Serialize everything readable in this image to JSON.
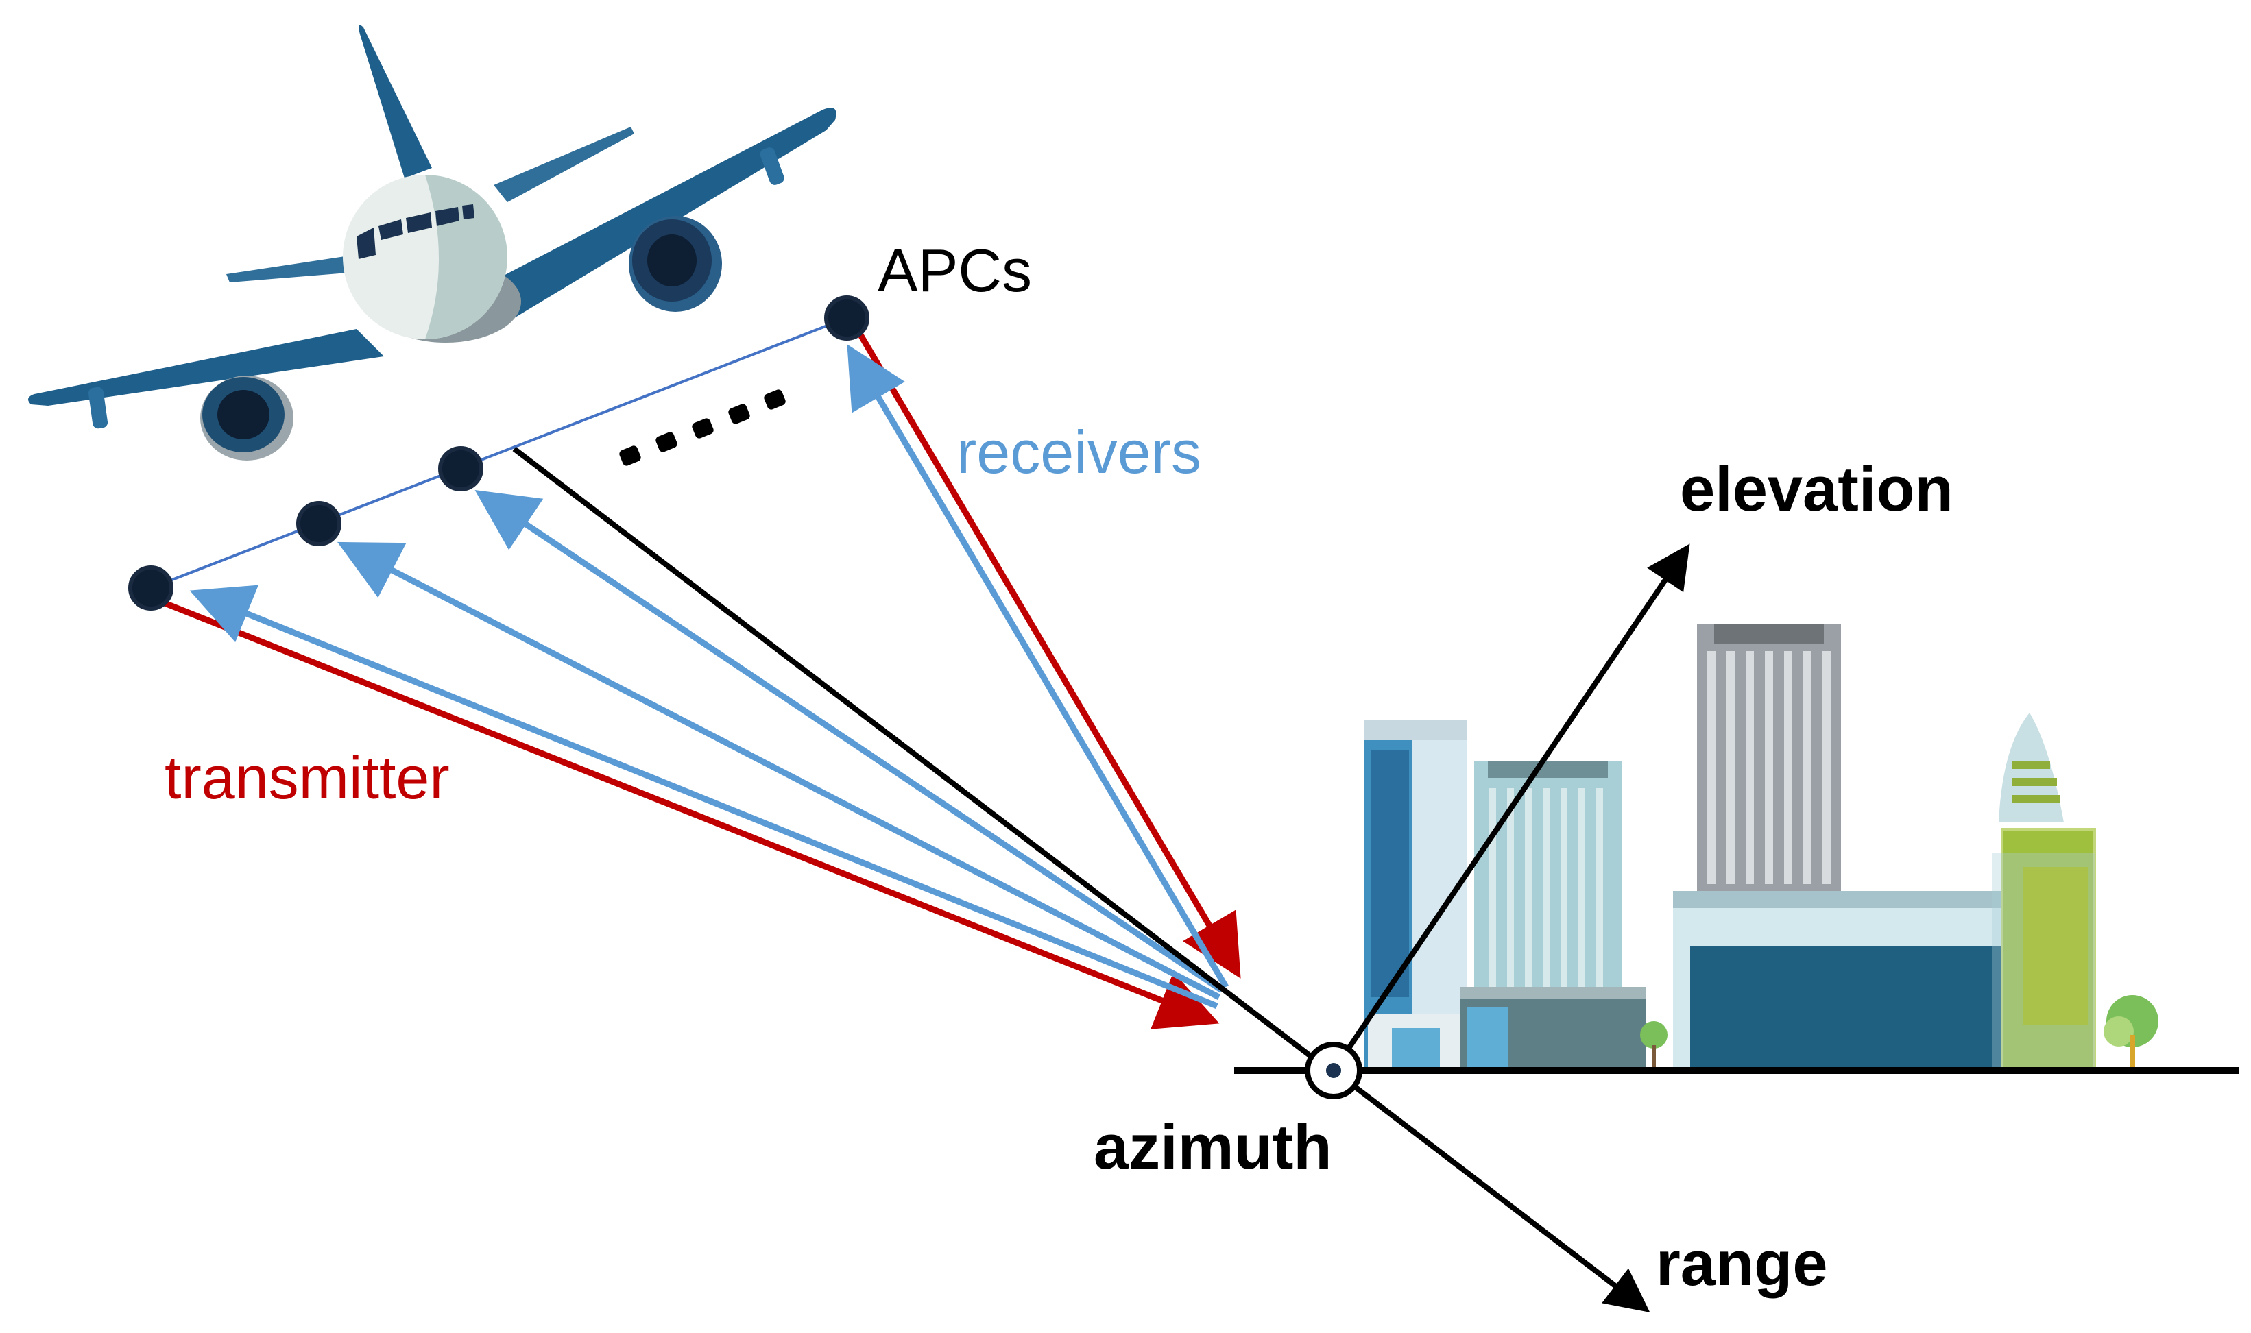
{
  "labels": {
    "apcs": "APCs",
    "receivers": "receivers",
    "transmitter": "transmitter",
    "elevation": "elevation",
    "azimuth": "azimuth",
    "range": "range"
  },
  "colors": {
    "transmitter": "#c00000",
    "receivers": "#5b9bd5",
    "baseline": "#4472c4",
    "axes": "#000000",
    "aircraft_body": "#1f5f8b",
    "aircraft_nose": "#e8eeec",
    "building_blue": "#3f8fbf",
    "building_gray": "#9aa0a6",
    "building_green": "#9fbf3f"
  },
  "icons": {
    "aircraft": "airplane-icon",
    "city": "city-buildings-icon",
    "apc": "antenna-phase-center-dot",
    "target": "target-point-icon"
  }
}
